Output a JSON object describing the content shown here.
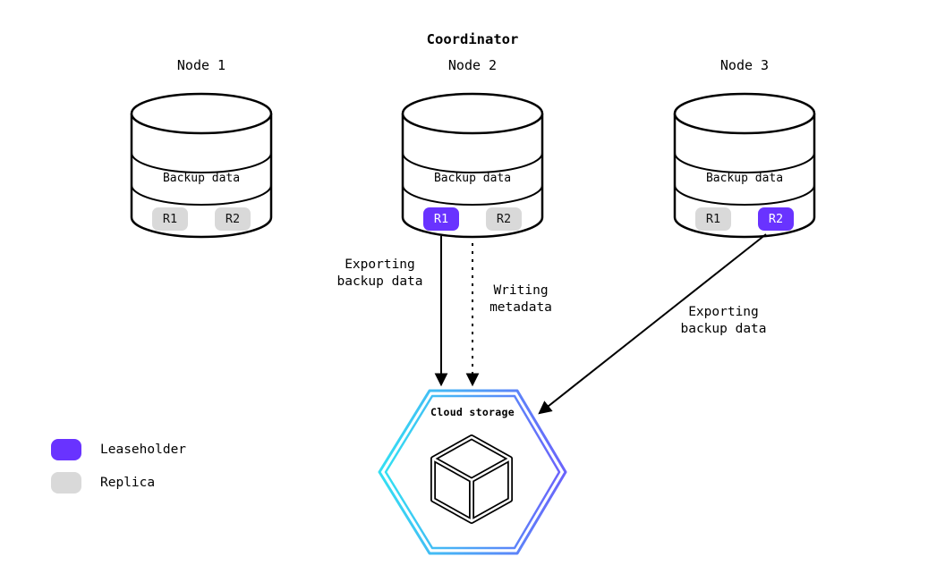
{
  "title": "Coordinator",
  "nodes": [
    {
      "label": "Node 1",
      "data_label": "Backup data",
      "replicas": [
        {
          "label": "R1",
          "type": "replica"
        },
        {
          "label": "R2",
          "type": "replica"
        }
      ]
    },
    {
      "label": "Node 2",
      "data_label": "Backup data",
      "replicas": [
        {
          "label": "R1",
          "type": "leaseholder"
        },
        {
          "label": "R2",
          "type": "replica"
        }
      ]
    },
    {
      "label": "Node 3",
      "data_label": "Backup data",
      "replicas": [
        {
          "label": "R1",
          "type": "replica"
        },
        {
          "label": "R2",
          "type": "leaseholder"
        }
      ]
    }
  ],
  "arrows": [
    {
      "line1": "Exporting",
      "line2": "backup data",
      "style": "solid",
      "from": "Node 2 R1",
      "to": "Cloud storage"
    },
    {
      "line1": "Writing",
      "line2": "metadata",
      "style": "dashed",
      "from": "Node 2",
      "to": "Cloud storage"
    },
    {
      "line1": "Exporting",
      "line2": "backup data",
      "style": "solid",
      "from": "Node 3 R2",
      "to": "Cloud storage"
    }
  ],
  "cloud": {
    "label": "Cloud storage"
  },
  "legend": [
    {
      "label": "Leaseholder",
      "type": "leaseholder"
    },
    {
      "label": "Replica",
      "type": "replica"
    }
  ],
  "colors": {
    "leaseholder": "#6933ff",
    "replica": "#d9d9d9",
    "hex_gradient_start": "#33e0f2",
    "hex_gradient_end": "#6b63fb",
    "stroke": "#000000"
  }
}
